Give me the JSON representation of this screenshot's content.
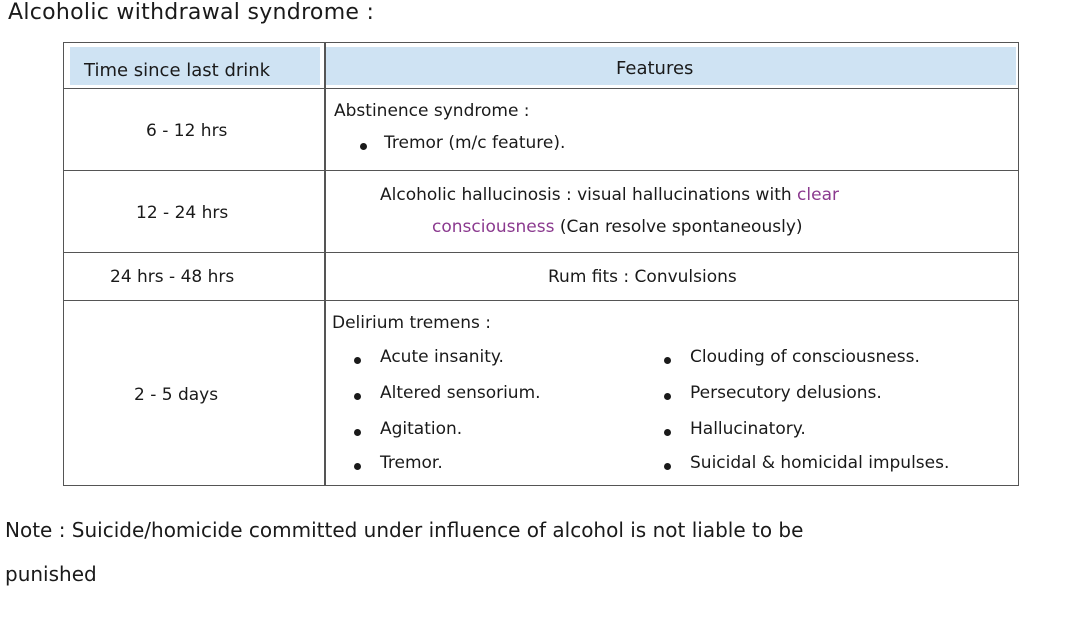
{
  "title": "Alcoholic withdrawal syndrome :",
  "table": {
    "headers": {
      "time": "Time since last drink",
      "features": "Features"
    },
    "rows": [
      {
        "time": "6 - 12 hrs",
        "heading": "Abstinence syndrome :",
        "bullets": [
          "Tremor (m/c feature)."
        ]
      },
      {
        "time": "12 - 24 hrs",
        "line1": "Alcoholic hallucinosis : visual hallucinations with",
        "line1_purple": "clear",
        "line2_purple": "consciousness",
        "line2": "(Can resolve spontaneously)"
      },
      {
        "time": "24 hrs - 48 hrs",
        "text": "Rum fits : Convulsions"
      },
      {
        "time": "2 - 5 days",
        "heading": "Delirium tremens :",
        "bullets_left": [
          "Acute insanity.",
          "Altered sensorium.",
          "Agitation.",
          "Tremor."
        ],
        "bullets_right": [
          "Clouding of consciousness.",
          "Persecutory delusions.",
          "Hallucinatory.",
          "Suicidal & homicidal impulses."
        ]
      }
    ]
  },
  "note": {
    "line1": "Note : Suicide/homicide committed under influence of alcohol is not liable to be",
    "line2": "punished"
  }
}
